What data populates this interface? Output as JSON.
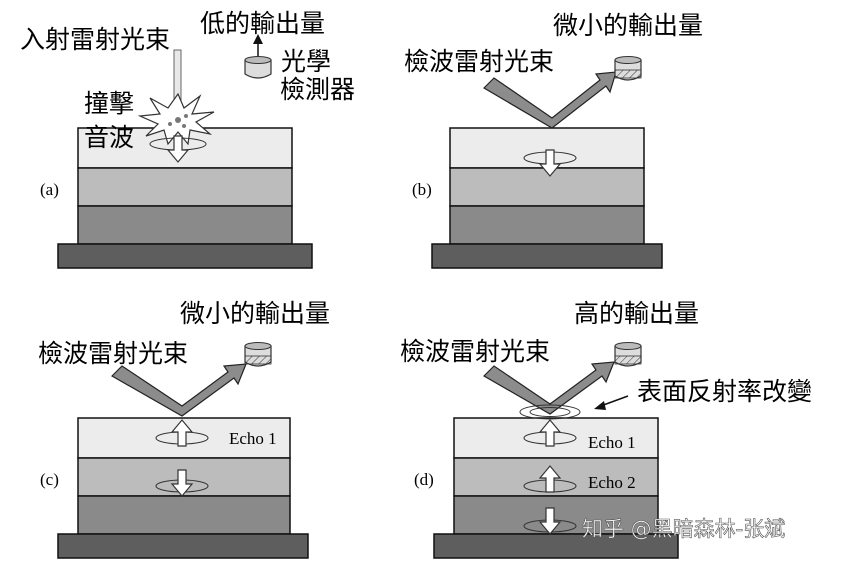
{
  "colors": {
    "layer_top": "#ececec",
    "layer_mid": "#bcbcbc",
    "layer_low": "#8a8a8a",
    "base": "#5e5e5e",
    "beam": "#8c8c8c",
    "outline": "#111111"
  },
  "icons": {
    "detector": "optical-detector-icon",
    "up_arrow": "up-arrow-icon",
    "down_arrow": "down-arrow-icon",
    "impact": "impact-burst-icon"
  },
  "panels": {
    "a": {
      "label": "(a)",
      "beam_label": "入射雷射光束",
      "output_label": "低的輸出量",
      "detector_label_1": "光學",
      "detector_label_2": "檢測器",
      "impact_label": "撞擊",
      "sound_label": "音波"
    },
    "b": {
      "label": "(b)",
      "beam_label": "檢波雷射光束",
      "output_label": "微小的輸出量"
    },
    "c": {
      "label": "(c)",
      "beam_label": "檢波雷射光束",
      "output_label": "微小的輸出量",
      "echo1": "Echo 1"
    },
    "d": {
      "label": "(d)",
      "beam_label": "檢波雷射光束",
      "output_label": "高的輸出量",
      "reflect_label": "表面反射率改變",
      "echo1": "Echo 1",
      "echo2": "Echo 2"
    }
  },
  "watermark": "知乎 @黑暗森林-张斌"
}
